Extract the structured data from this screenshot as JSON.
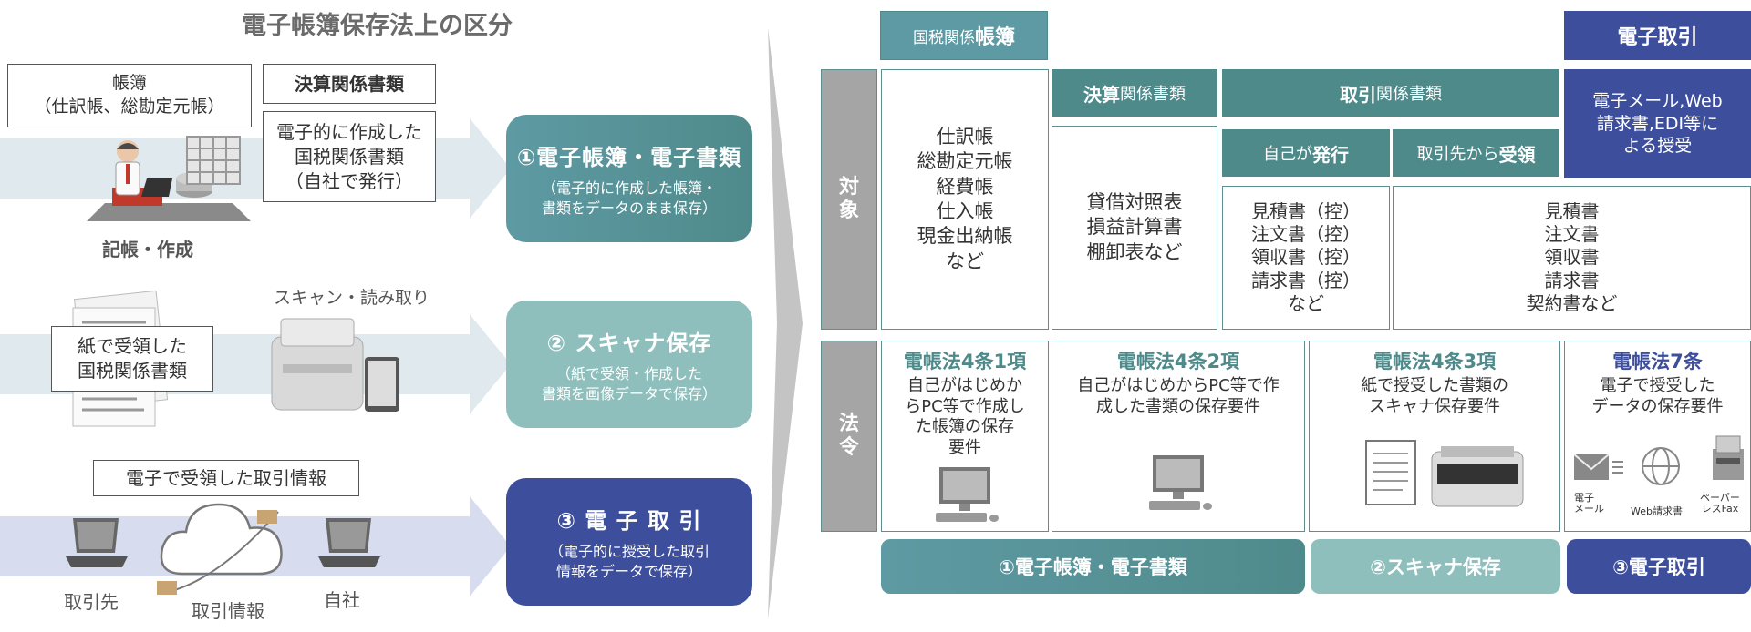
{
  "title": "電子帳簿保存法上の区分",
  "left": {
    "box_books": "帳簿\n（仕訳帳、総勘定元帳）",
    "box_kessan": "決算関係書類",
    "box_denshi": "電子的に作成した\n国税関係書類\n（自社で発行）",
    "label_kicho": "記帳・作成",
    "label_scan": "スキャン・読み取り",
    "box_paper": "紙で受領した\n国税関係書類",
    "box_received": "電子で受領した取引情報",
    "label_partner": "取引先",
    "label_info": "取引情報",
    "label_self": "自社"
  },
  "buttons": [
    {
      "title": "①電子帳簿・電子書類",
      "sub": "（電子的に作成した帳簿・\n書類をデータのまま保存）"
    },
    {
      "title": "② スキャナ保存",
      "sub": "（紙で受領・作成した\n書類を画像データで保存）"
    },
    {
      "title": "③ 電 子 取 引",
      "sub": "（電子的に授受した取引\n情報をデータで保存）"
    }
  ],
  "table": {
    "h_kokuzei_a": "国税関係",
    "h_kokuzei_b": "帳簿",
    "h_denshi": "電子取引",
    "side_taisho": "対\n象",
    "side_horei": "法\n令",
    "h_kessan_a": "決算",
    "h_kessan_b": "関係書類",
    "h_torihiki_a": "取引",
    "h_torihiki_b": "関係書類",
    "h_hakko_a": "自己が",
    "h_hakko_b": "発行",
    "h_juryo_a": "取引先から",
    "h_juryo_b": "受領",
    "c_email": "電子メール,Web\n請求書,EDI等に\nよる授受",
    "c_books": "仕訳帳\n総勘定元帳\n経費帳\n仕入帳\n現金出納帳\nなど",
    "c_kessan": "貸借対照表\n損益計算書\n棚卸表など",
    "c_hakko": "見積書（控）\n注文書（控）\n領収書（控）\n請求書（控）\nなど",
    "c_juryo": "見積書\n注文書\n領収書\n請求書\n契約書など",
    "laws": [
      {
        "title": "電帳法4条1項",
        "desc": "自己がはじめか\nらPC等で作成し\nた帳簿の保存\n要件"
      },
      {
        "title": "電帳法4条2項",
        "desc": "自己がはじめからPC等で作\n成した書類の保存要件"
      },
      {
        "title": "電帳法4条3項",
        "desc": "紙で授受した書類の\nスキャナ保存要件"
      },
      {
        "title": "電帳法7条",
        "desc": "電子で授受した\nデータの保存要件"
      }
    ],
    "icon_mail": "電子\nメール",
    "icon_web": "Web請求書",
    "icon_fax": "ペーパー\nレスFax"
  },
  "footer": [
    "①電子帳簿・電子書類",
    "②スキャナ保存",
    "③電子取引"
  ],
  "colors": {
    "teal": "#4f8a8b",
    "light_teal": "#8fbfbc",
    "navy": "#3d4e9c",
    "gray": "#a5a5a5"
  }
}
